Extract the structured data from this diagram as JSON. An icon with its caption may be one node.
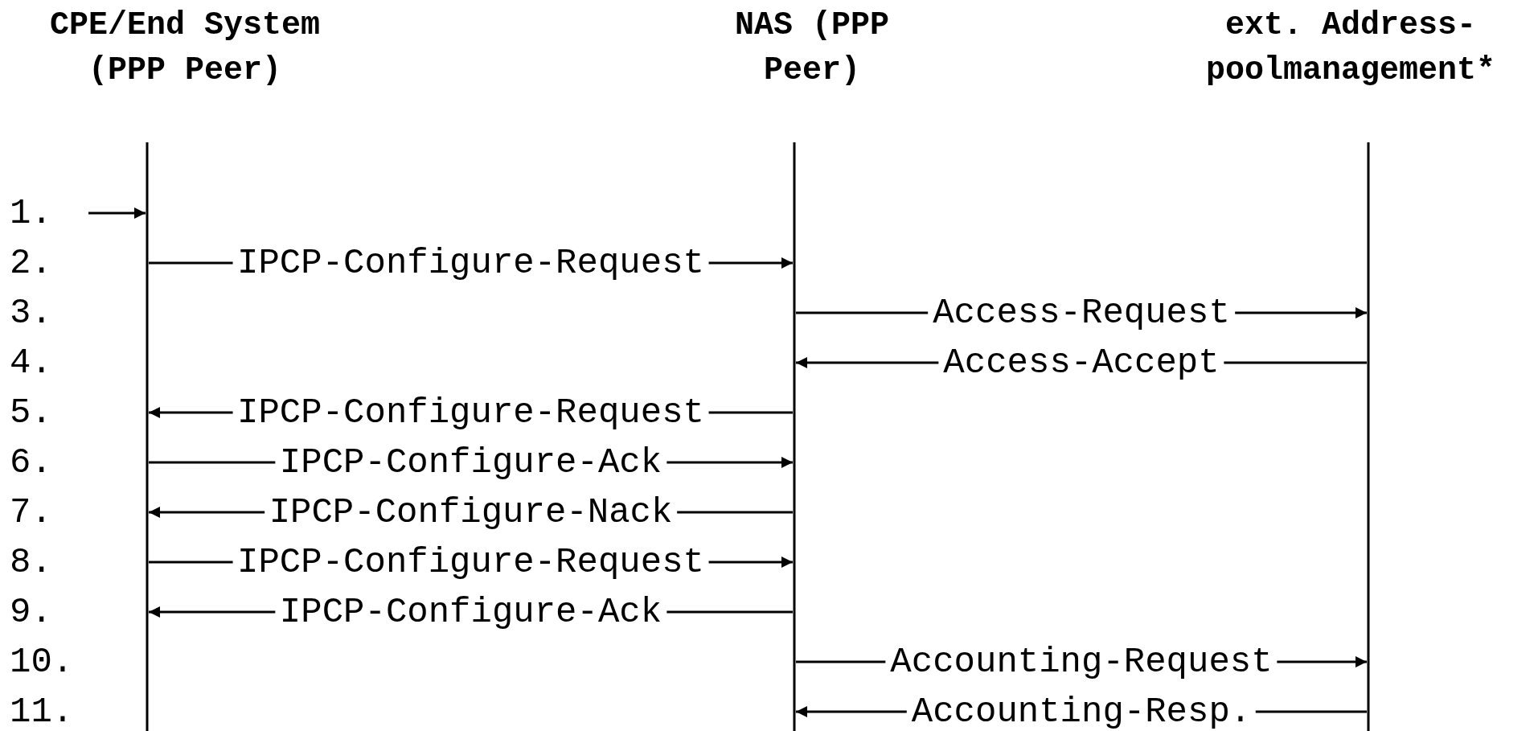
{
  "diagram": {
    "nodes": [
      {
        "text": [
          "CPE/End System (PPP Peer)"
        ]
      },
      {
        "text": [
          "NAS (PPP Peer)"
        ]
      },
      {
        "text": [
          "ext. Address- poolmanagement*"
        ]
      }
    ],
    "edges": [
      {
        "from": null,
        "to": 0,
        "arrow": "to"
      },
      {
        "from": 0,
        "to": 1,
        "arrow": "to",
        "label": "IPCP-Configure-Request"
      },
      {
        "from": 1,
        "to": 2,
        "arrow": "to",
        "label": "Access-Request"
      },
      {
        "from": 2,
        "to": 1,
        "arrow": "to",
        "label": "Access-Accept"
      },
      {
        "from": 1,
        "to": 0,
        "arrow": "to",
        "label": "IPCP-Configure-Request"
      },
      {
        "from": 0,
        "to": 1,
        "arrow": "to",
        "label": "IPCP-Configure-Ack"
      },
      {
        "from": 1,
        "to": 0,
        "arrow": "to",
        "label": "IPCP-Configure-Nack"
      },
      {
        "from": 0,
        "to": 1,
        "arrow": "to",
        "label": "IPCP-Configure-Request"
      },
      {
        "from": 1,
        "to": 0,
        "arrow": "to",
        "label": "IPCP-Configure-Ack"
      },
      {
        "from": 1,
        "to": 2,
        "arrow": "to",
        "label": "Accounting-Request"
      },
      {
        "from": 2,
        "to": 1,
        "arrow": "to",
        "label": "Accounting-Resp."
      }
    ],
    "labels": [
      "1.",
      "2.",
      "3.",
      "4.",
      "5.",
      "6.",
      "7.",
      "8.",
      "9.",
      "10.",
      "11."
    ]
  }
}
